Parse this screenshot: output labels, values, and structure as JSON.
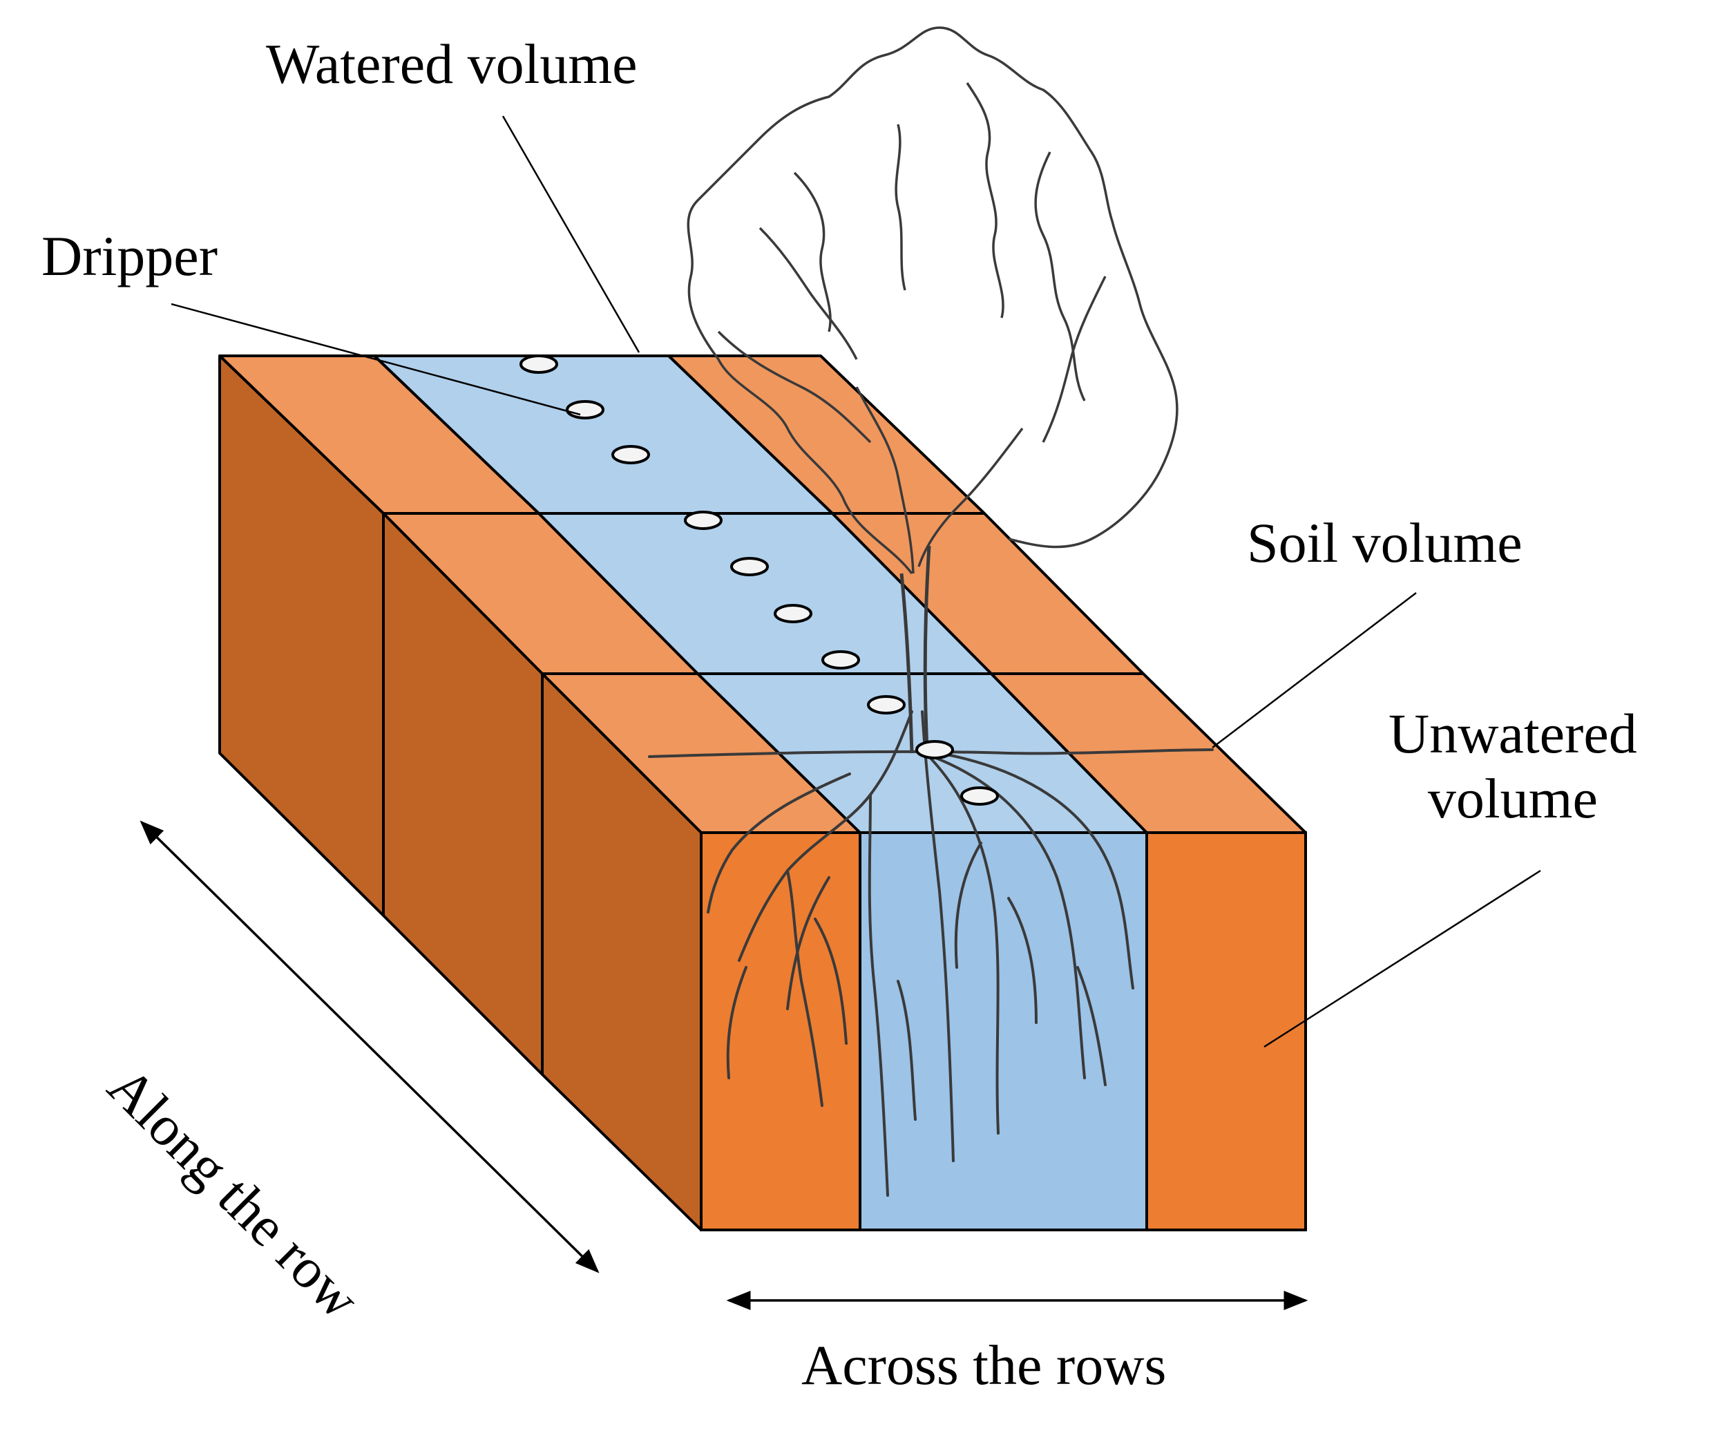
{
  "labels": {
    "watered_volume": "Watered volume",
    "dripper": "Dripper",
    "soil_volume": "Soil volume",
    "unwatered_line1": "Unwatered",
    "unwatered_line2": "volume",
    "along_the_row": "Along the row",
    "across_the_rows": "Across the rows"
  },
  "colors": {
    "front_face_orange": "#ED7D31",
    "side_face_brown": "#C06425",
    "top_orange": "#F0975D",
    "top_blue": "#B0D0EC",
    "front_blue": "#9DC3E6",
    "outline": "#000000",
    "roots": "#3a3a3a"
  },
  "icons": {
    "dripper": "ellipse-dripper-icon",
    "tree": "tree-canopy-icon",
    "roots": "root-system-icon",
    "arrow": "double-headed-arrow-icon"
  }
}
